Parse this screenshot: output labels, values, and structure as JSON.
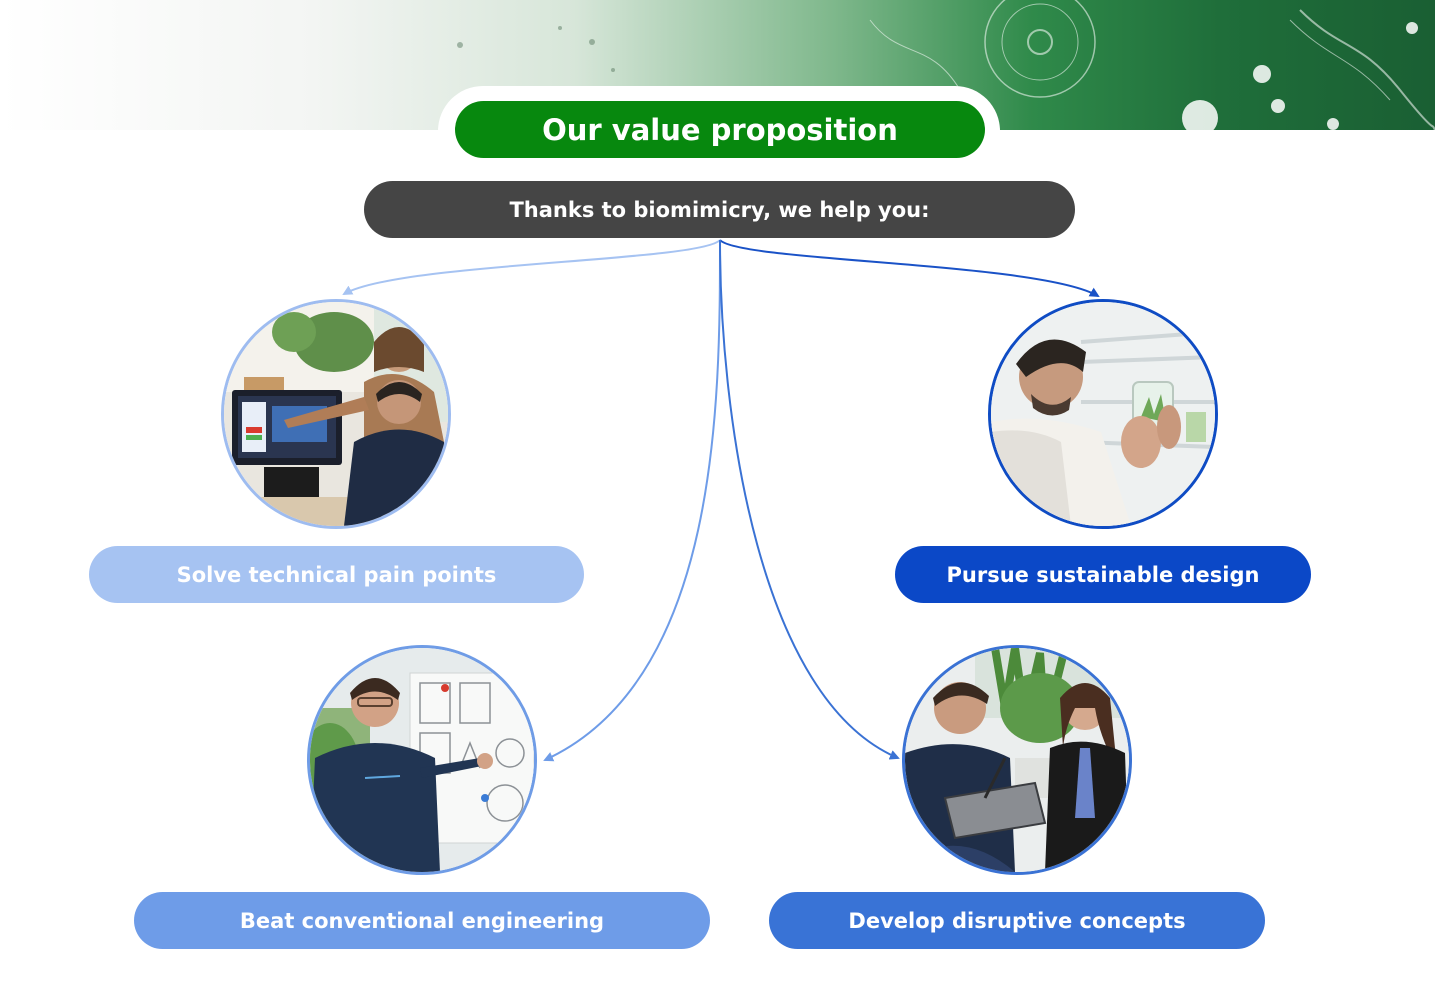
{
  "header": {
    "title": "Our value proposition",
    "subtitle": "Thanks to biomimicry, we help you:"
  },
  "benefits": [
    {
      "label": "Solve technical pain points",
      "color": "#a6c3f2"
    },
    {
      "label": "Pursue sustainable design",
      "color": "#0b48c7"
    },
    {
      "label": "Beat conventional engineering",
      "color": "#6e9ce8"
    },
    {
      "label": "Develop disruptive concepts",
      "color": "#3973d6"
    }
  ],
  "colors": {
    "title_bg": "#07880e",
    "subtitle_bg": "#454545",
    "banner_green": "#1f6e3a"
  }
}
